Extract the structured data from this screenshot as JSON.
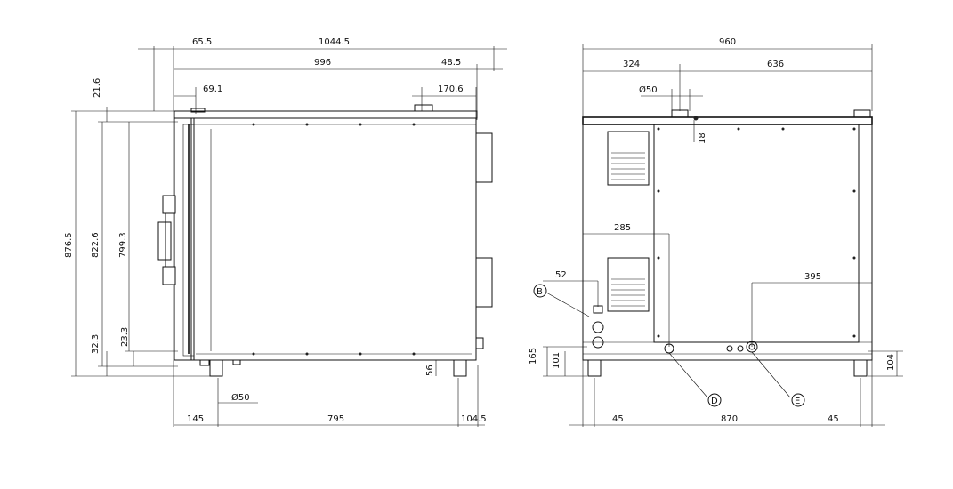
{
  "side_view": {
    "dims": {
      "top_left": "65.5",
      "top_total": "1044.5",
      "row2_main": "996",
      "row2_right": "48.5",
      "door_depth": "69.1",
      "vent_offset": "170.6",
      "top_gap": "21.6",
      "height_total": "876.5",
      "height_body": "822.6",
      "height_door": "799.3",
      "foot_left": "32.3",
      "door_bottom": "23.3",
      "foot_height": "56",
      "foot_diameter": "Ø50",
      "bottom_left": "145",
      "bottom_mid": "795",
      "bottom_right": "104.5"
    }
  },
  "rear_view": {
    "dims": {
      "width_total": "960",
      "left_part": "324",
      "right_part": "636",
      "pipe_diameter": "Ø50",
      "pipe_height": "18",
      "conn_285": "285",
      "conn_52": "52",
      "conn_395": "395",
      "height_165": "165",
      "height_101": "101",
      "height_104": "104",
      "bottom_left": "45",
      "bottom_mid": "870",
      "bottom_right": "45"
    },
    "labels": {
      "B": "B",
      "D": "D",
      "E": "E"
    }
  }
}
